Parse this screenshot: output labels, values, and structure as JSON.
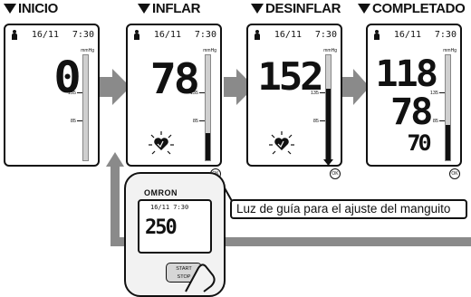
{
  "steps": [
    {
      "label": "INICIO"
    },
    {
      "label": "INFLAR"
    },
    {
      "label": "DESINFLAR"
    },
    {
      "label": "COMPLETADO"
    }
  ],
  "screen": {
    "date": "16/11",
    "time": "7:30",
    "unit": "mmHg",
    "tick_high": "135",
    "tick_low": "85"
  },
  "readings": {
    "inicio": "0",
    "inflar": "78",
    "desinflar": "152",
    "sys": "118",
    "dia": "78",
    "pulse": "70"
  },
  "device": {
    "brand": "OMRON",
    "date": "16/11",
    "time": "7:30",
    "value": "250",
    "start_label": "START",
    "stop_label": "STOP"
  },
  "callout": {
    "text": "Luz de guía para el ajuste del manguito"
  },
  "ok_label": "OK",
  "colors": {
    "arrow": "#8a8a8a",
    "line": "#111111",
    "bar": "#cfcfcf"
  }
}
